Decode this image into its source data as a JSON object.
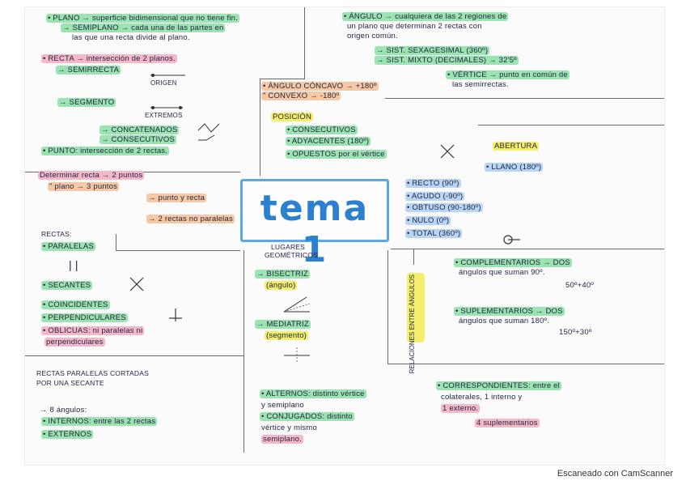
{
  "title": "tema 1",
  "footer": "Escaneado con CamScanner",
  "vertical_label": "RELACIONES ENTRE ÁNGULOS",
  "notes": {
    "plano_1": "• PLANO → superficie bidimensional que no tiene fin.",
    "plano_2": "→ SEMIPLANO → cada una de las partes en",
    "plano_3": "las que una recta divide al plano.",
    "recta": "• RECTA → intersección de 2 planos.",
    "semirrecta": "→ SEMIRRECTA",
    "origen": "ORIGEN",
    "segmento": "→ SEGMENTO",
    "extremos": "EXTREMOS",
    "concatenados": "→ CONCATENADOS",
    "consecutivos_seg": "→ CONSECUTIVOS",
    "punto": "• PUNTO: intersección de 2 rectas.",
    "determinar_recta": "Determinar recta → 2 puntos",
    "plano_det": "\" plano → 3 puntos",
    "punto_recta": "→ punto y recta",
    "dos_rectas": "→ 2 rectas no paralelas",
    "rectas": "RECTAS:",
    "paralelas": "• PARALELAS",
    "paralelas_sym": "| |",
    "secantes": "• SECANTES",
    "coincidentes": "• COINCIDENTES",
    "perpendiculares": "• PERPENDICULARES",
    "oblicuas_1": "• OBLICUAS: ni paralelas ni",
    "oblicuas_2": "perpendiculares",
    "angulo_1": "• ÁNGULO → cualquiera de las 2 regiones de",
    "angulo_2": "un plano que determinan 2 rectas con",
    "angulo_3": "origen común.",
    "sexagesimal": "→ SIST. SEXAGESIMAL (360º)",
    "mixto": "→ SIST. MIXTO (DECIMALES) → 32'5º",
    "vertice_1": "• VÉRTICE → punto en común de",
    "vertice_2": "las semirrectas.",
    "concavo": "• ÁNGULO CÓNCAVO → +180º",
    "convexo": "\" CONVEXO → -180º",
    "posicion": "POSICIÓN",
    "consecutivos": "• CONSECUTIVOS",
    "adyacentes": "• ADYACENTES (180º)",
    "opuestos": "• OPUESTOS por el vértice",
    "abertura": "ABERTURA",
    "llano": "• LLANO (180º)",
    "recto": "• RECTO (90º)",
    "agudo": "• AGUDO (-90º)",
    "obtuso": "• OBTUSO (90-180º)",
    "nulo": "• NULO (0º)",
    "total": "• TOTAL (360º)",
    "lugares_1": "LUGARES",
    "lugares_2": "GEOMÉTRICOS",
    "bisectriz": "→ BISECTRIZ",
    "bisectriz_2": "(ángulo)",
    "mediatriz": "→ MEDIATRIZ",
    "mediatriz_2": "(segmento)",
    "complementarios_1": "• COMPLEMENTARIOS → DOS",
    "complementarios_2": "ángulos que suman 90º.",
    "complementarios_3": "50º+40º",
    "suplementarios_1": "• SUPLEMENTARIOS → DOS",
    "suplementarios_2": "ángulos que suman 180º.",
    "suplementarios_3": "150º+30º",
    "cortadas_1": "RECTAS PARALELAS CORTADAS",
    "cortadas_2": "POR UNA SECANTE",
    "ocho_angulos": "→ 8 ángulos:",
    "internos": "• INTERNOS: entre las 2 rectas",
    "externos": "• EXTERNOS",
    "alternos_1": "• ALTERNOS: distinto vértice",
    "alternos_2": "y semiplano",
    "conjugados_1": "• CONJUGADOS: distinto",
    "conjugados_2": "vértice y mismo",
    "conjugados_3": "semiplano.",
    "correspondientes_1": "• CORRESPONDIENTES: entre el",
    "correspondientes_2": "colaterales, 1 interno y",
    "correspondientes_3": "1 externo.",
    "cuatro_suplementarios": "4 suplementarios"
  }
}
